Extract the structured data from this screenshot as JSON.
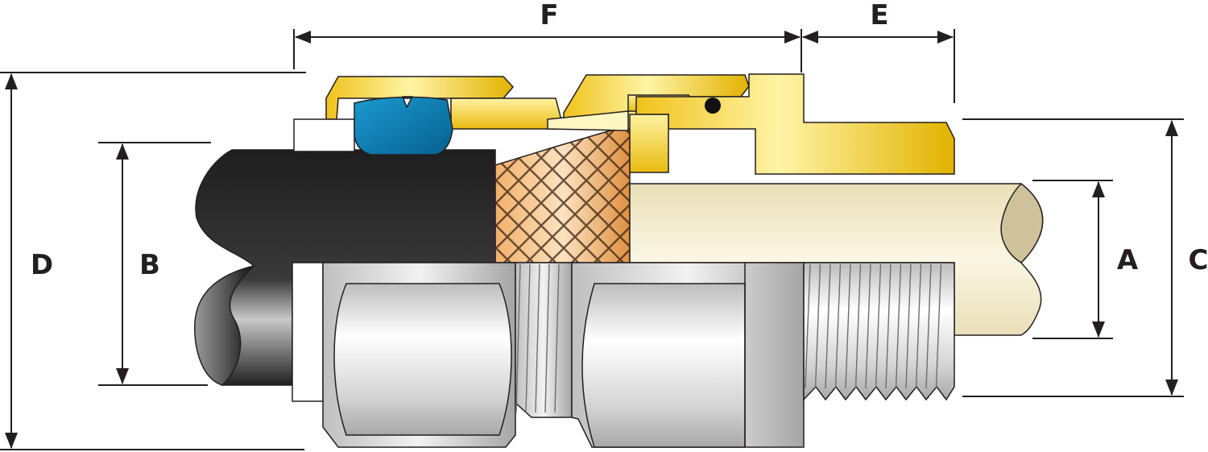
{
  "dimensions": {
    "F": "F",
    "E": "E",
    "D": "D",
    "B": "B",
    "A": "A",
    "C": "C"
  },
  "colors": {
    "brass_light": "#fff3a8",
    "brass_dark": "#e0b400",
    "seal_blue": "#0b7fb5",
    "cable_sheath": "#2b2b2b",
    "armour_copper": "#e39a4e",
    "inner_core": "#f3ecd0",
    "steel_light": "#f4f4f4",
    "steel_dark": "#9a9a9a",
    "ink": "#231f20"
  },
  "icons": {
    "arrow": "filled-triangle-arrowhead",
    "o_ring": "black-dot"
  }
}
